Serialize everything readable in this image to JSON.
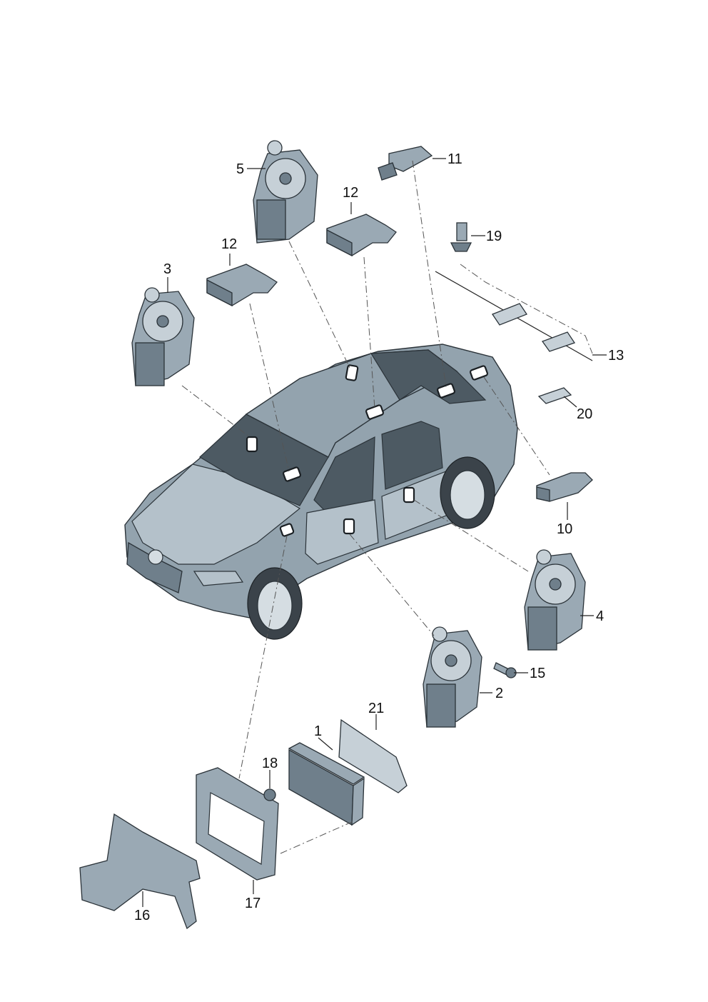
{
  "diagram": {
    "callouts": [
      {
        "id": "c1",
        "text": "1"
      },
      {
        "id": "c2",
        "text": "2"
      },
      {
        "id": "c3",
        "text": "3"
      },
      {
        "id": "c4",
        "text": "4"
      },
      {
        "id": "c5",
        "text": "5"
      },
      {
        "id": "c10",
        "text": "10"
      },
      {
        "id": "c11",
        "text": "11"
      },
      {
        "id": "c12a",
        "text": "12"
      },
      {
        "id": "c12b",
        "text": "12"
      },
      {
        "id": "c13",
        "text": "13"
      },
      {
        "id": "c15",
        "text": "15"
      },
      {
        "id": "c16",
        "text": "16"
      },
      {
        "id": "c17",
        "text": "17"
      },
      {
        "id": "c18",
        "text": "18"
      },
      {
        "id": "c19",
        "text": "19"
      },
      {
        "id": "c20",
        "text": "20"
      },
      {
        "id": "c21",
        "text": "21"
      }
    ]
  }
}
